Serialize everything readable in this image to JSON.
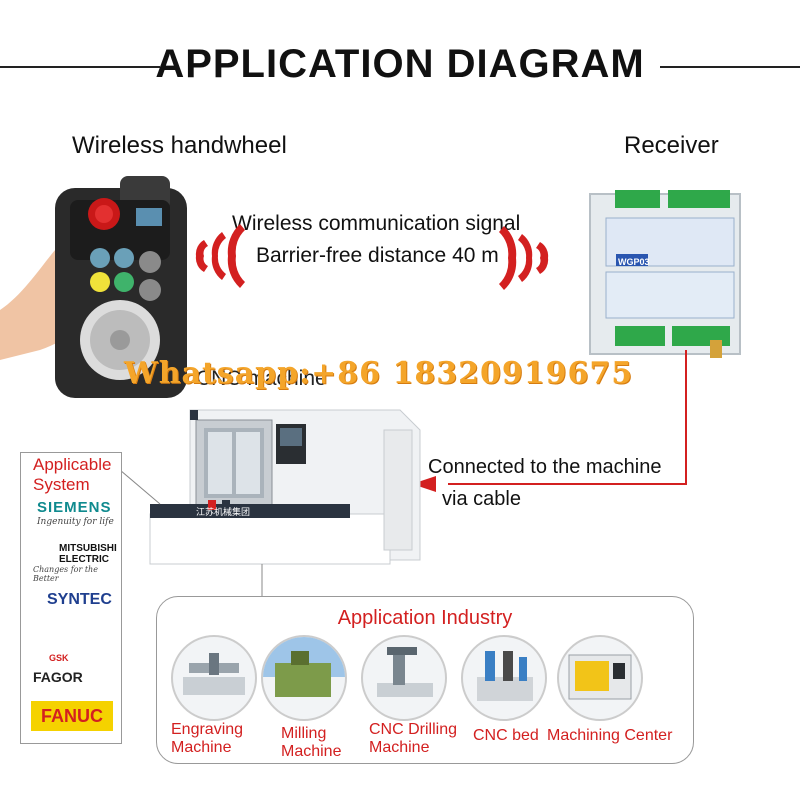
{
  "title": "APPLICATION DIAGRAM",
  "labels": {
    "handwheel": "Wireless handwheel",
    "receiver": "Receiver",
    "signal": "Wireless communication signal",
    "distance": "Barrier-free distance 40 m",
    "cnc_machine": "CNC machine",
    "connected": "Connected to the machine",
    "via_cable": "via cable"
  },
  "watermark": "Whatsapp:+86 18320919675",
  "applicable_system": {
    "title": "Applicable System",
    "brands": {
      "siemens": "SIEMENS",
      "siemens_tagline": "Ingenuity for life",
      "mitsubishi": "MITSUBISHI ELECTRIC",
      "mitsubishi_tagline": "Changes for the Better",
      "syntec": "SYNTEC",
      "gsk": "GSK",
      "fagor": "FAGOR",
      "fanuc": "FANUC"
    }
  },
  "industry": {
    "title": "Application Industry",
    "items": [
      {
        "label": "Engraving Machine"
      },
      {
        "label": "Milling Machine"
      },
      {
        "label": "CNC Drilling Machine"
      },
      {
        "label": "CNC bed"
      },
      {
        "label": "Machining Center"
      }
    ]
  },
  "device_text": {
    "receiver_model": "WGP03",
    "machine_brand": "江苏机械集团"
  },
  "colors": {
    "accent_red": "#d32020",
    "watermark": "#f4a52a",
    "handwheel_body": "#2a2a2a",
    "receiver_body": "#e6ebee",
    "terminal_green": "#2fa84a"
  }
}
